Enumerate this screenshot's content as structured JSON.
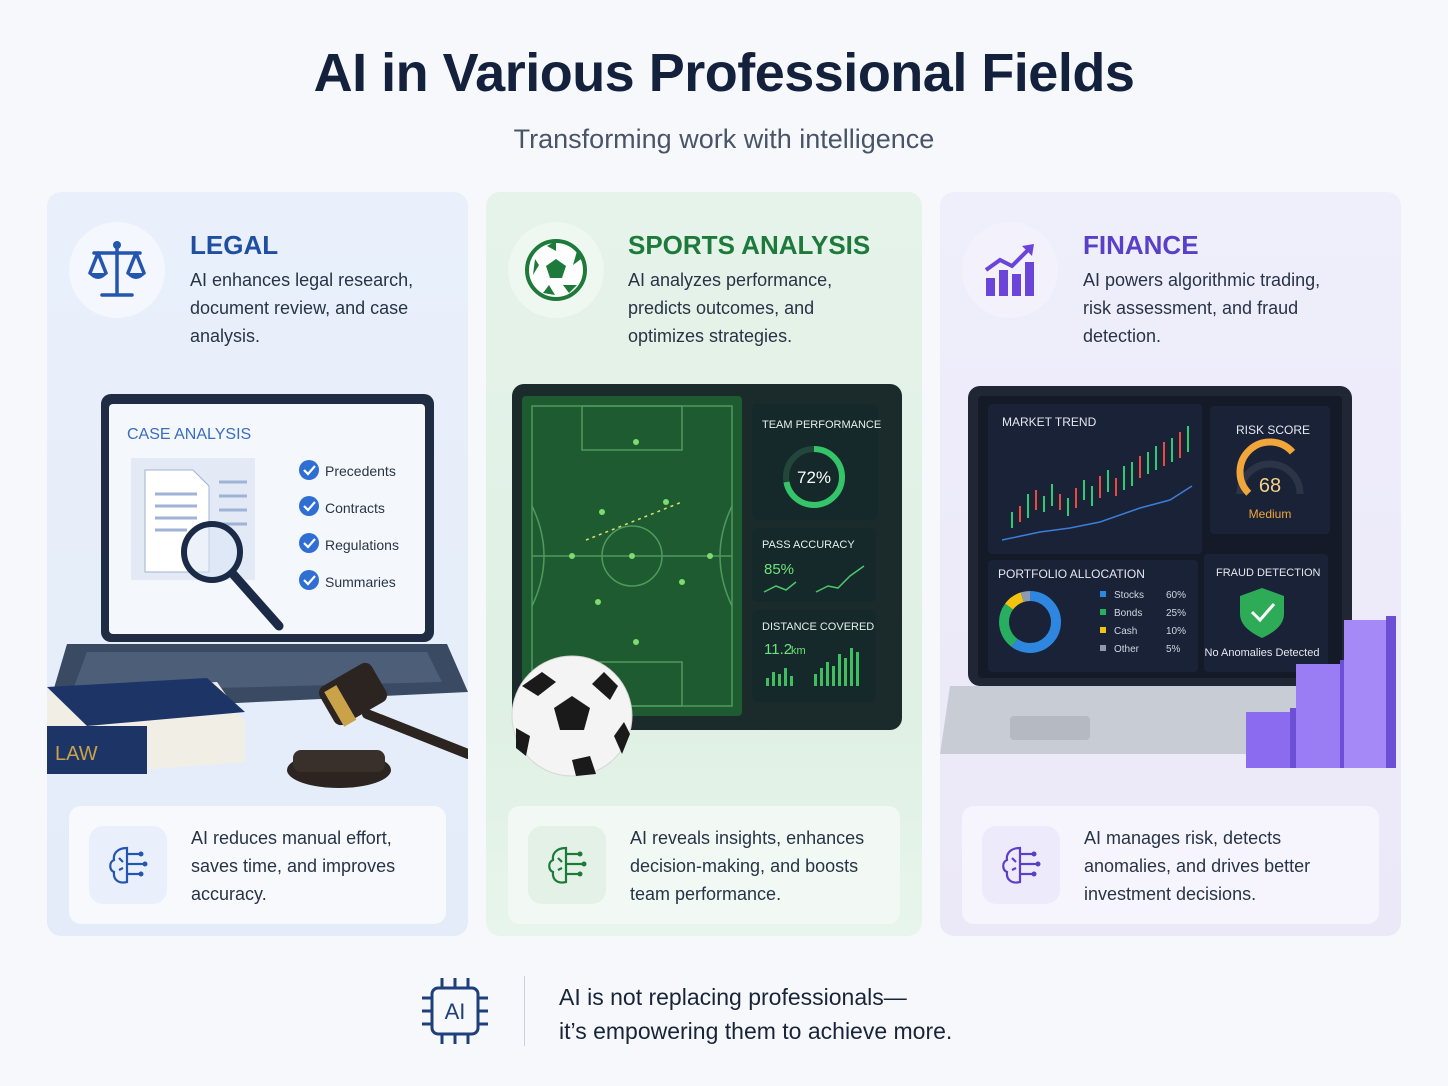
{
  "header": {
    "title": "AI in Various Professional Fields",
    "subtitle": "Transforming work with intelligence"
  },
  "colors": {
    "legal": "#1e4fa3",
    "sports": "#1e7a3a",
    "finance": "#5a3fc9",
    "title": "#14213d"
  },
  "legal": {
    "icon": "scales-of-justice-icon",
    "heading": "LEGAL",
    "description": "AI enhances legal research, document review, and case analysis.",
    "screen_title": "CASE ANALYSIS",
    "checklist": [
      "Precedents",
      "Contracts",
      "Regulations",
      "Summaries"
    ],
    "book_label": "LAW",
    "bottom_icon": "brain-circuit-icon",
    "bottom_text": "AI reduces manual effort, saves time, and improves accuracy."
  },
  "sports": {
    "icon": "soccer-ball-icon",
    "heading": "SPORTS ANALYSIS",
    "description": "AI analyzes performance, predicts outcomes, and optimizes strategies.",
    "team_performance": {
      "label": "TEAM PERFORMANCE",
      "value": "72%",
      "fraction": 0.72
    },
    "pass_accuracy": {
      "label": "PASS ACCURACY",
      "value": "85%"
    },
    "distance_covered": {
      "label": "DISTANCE COVERED",
      "value": "11.2",
      "unit": "km"
    },
    "bottom_icon": "brain-circuit-icon",
    "bottom_text": "AI reveals insights, enhances decision-making, and boosts team performance."
  },
  "finance": {
    "icon": "growth-chart-icon",
    "heading": "FINANCE",
    "description": "AI powers algorithmic trading, risk assessment, and fraud detection.",
    "market_trend_label": "MARKET TREND",
    "risk_score": {
      "label": "RISK SCORE",
      "value": "68",
      "level": "Medium",
      "fraction": 0.68
    },
    "portfolio": {
      "label": "PORTFOLIO ALLOCATION",
      "items": [
        {
          "name": "Stocks",
          "pct": "60%",
          "value": 60,
          "color": "#2e86de"
        },
        {
          "name": "Bonds",
          "pct": "25%",
          "value": 25,
          "color": "#27ae60"
        },
        {
          "name": "Cash",
          "pct": "10%",
          "value": 10,
          "color": "#f1c40f"
        },
        {
          "name": "Other",
          "pct": "5%",
          "value": 5,
          "color": "#8e9aaf"
        }
      ]
    },
    "fraud": {
      "label": "FRAUD DETECTION",
      "status": "No Anomalies Detected"
    },
    "bottom_icon": "brain-circuit-icon",
    "bottom_text": "AI manages risk, detects anomalies, and drives better investment decisions."
  },
  "footer": {
    "icon": "ai-chip-icon",
    "chip_label": "AI",
    "line1": "AI is not replacing professionals—",
    "line2": "it’s empowering them to achieve more."
  }
}
